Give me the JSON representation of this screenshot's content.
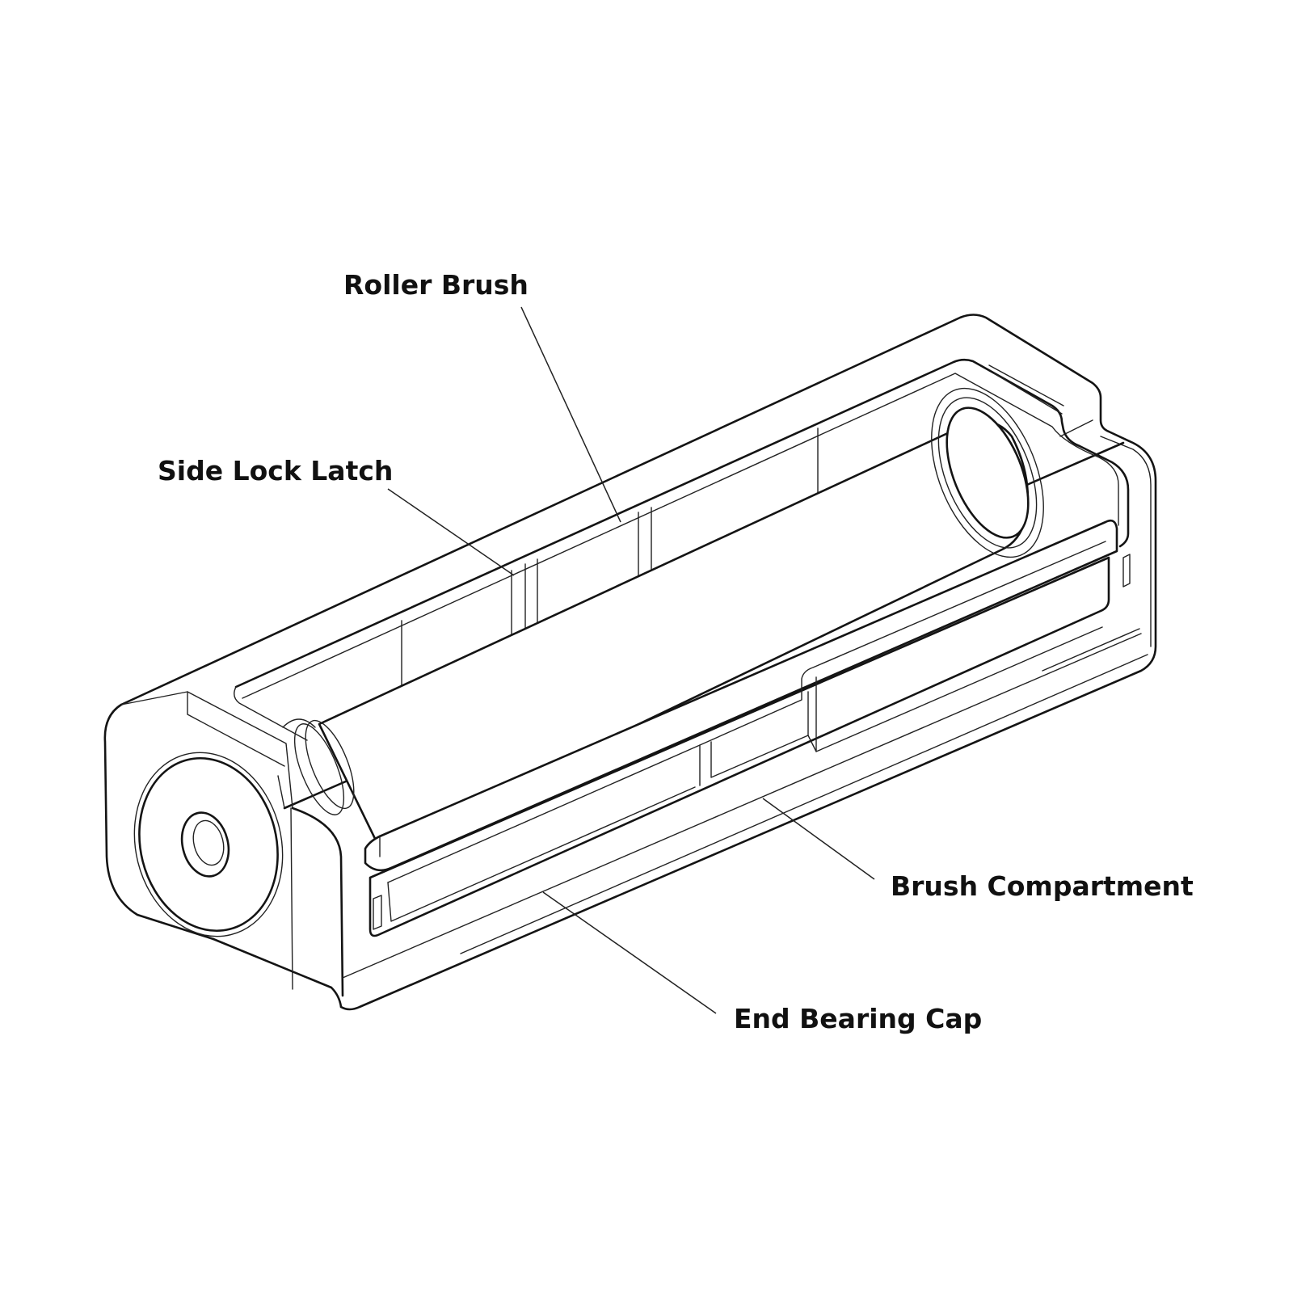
{
  "labels": {
    "roller_brush": "Roller Brush",
    "side_lock_latch": "Side Lock Latch",
    "brush_compartment": "Brush Compartment",
    "end_bearing_cap": "End Bearing Cap"
  },
  "style": {
    "line_color": "#141414",
    "background": "#ffffff"
  }
}
